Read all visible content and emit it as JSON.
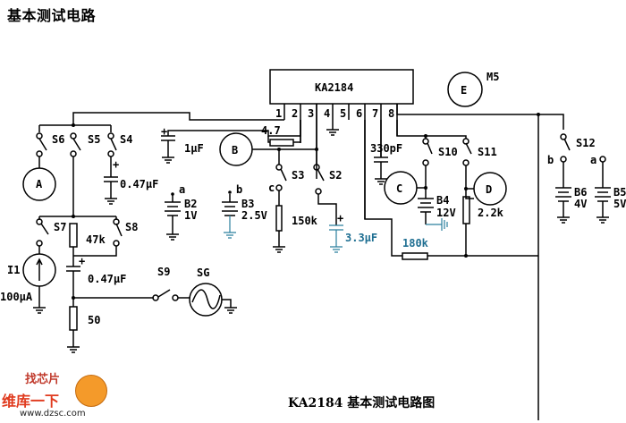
{
  "page": {
    "title": "基本测试电路",
    "caption": "KA2184 基本测试电路图"
  },
  "ic": {
    "name": "KA2184",
    "pins": [
      "1",
      "2",
      "3",
      "4",
      "5",
      "6",
      "7",
      "8"
    ]
  },
  "meters": {
    "A": "A",
    "B": "B",
    "C": "C",
    "D": "D",
    "E": "E",
    "E_label": "M5"
  },
  "switches": {
    "S2": "S2",
    "S3": "S3",
    "S4": "S4",
    "S5": "S5",
    "S6": "S6",
    "S7": "S7",
    "S8": "S8",
    "S9": "S9",
    "S10": "S10",
    "S11": "S11",
    "S12": "S12"
  },
  "components": {
    "r_4_7": "4.7",
    "c_1uF": "1μF",
    "c_047_top": "0.47μF",
    "c_330pF": "330pF",
    "r_150k": "150k",
    "c_3_3uF": "3.3μF",
    "r_180k": "180k",
    "r_2_2k": "2.2k",
    "r_47k": "47k",
    "c_047_bottom": "0.47μF",
    "r_50": "50",
    "i1_name": "I1",
    "i1_value": "100μA",
    "sg": "SG"
  },
  "batteries": {
    "B2_name": "B2",
    "B2_value": "1V",
    "B2_tap": "a",
    "B3_name": "B3",
    "B3_value": "2.5V",
    "B3_tap": "b",
    "B4_name": "B4",
    "B4_value": "12V",
    "B5_name": "B5",
    "B5_value": "5V",
    "B5_tap": "a",
    "B6_name": "B6",
    "B6_value": "4V",
    "B6_tap": "b",
    "S3_tap": "c"
  },
  "logo": {
    "line1": "找芯片",
    "line2": "维库一下",
    "url": "www.dzsc.com"
  }
}
